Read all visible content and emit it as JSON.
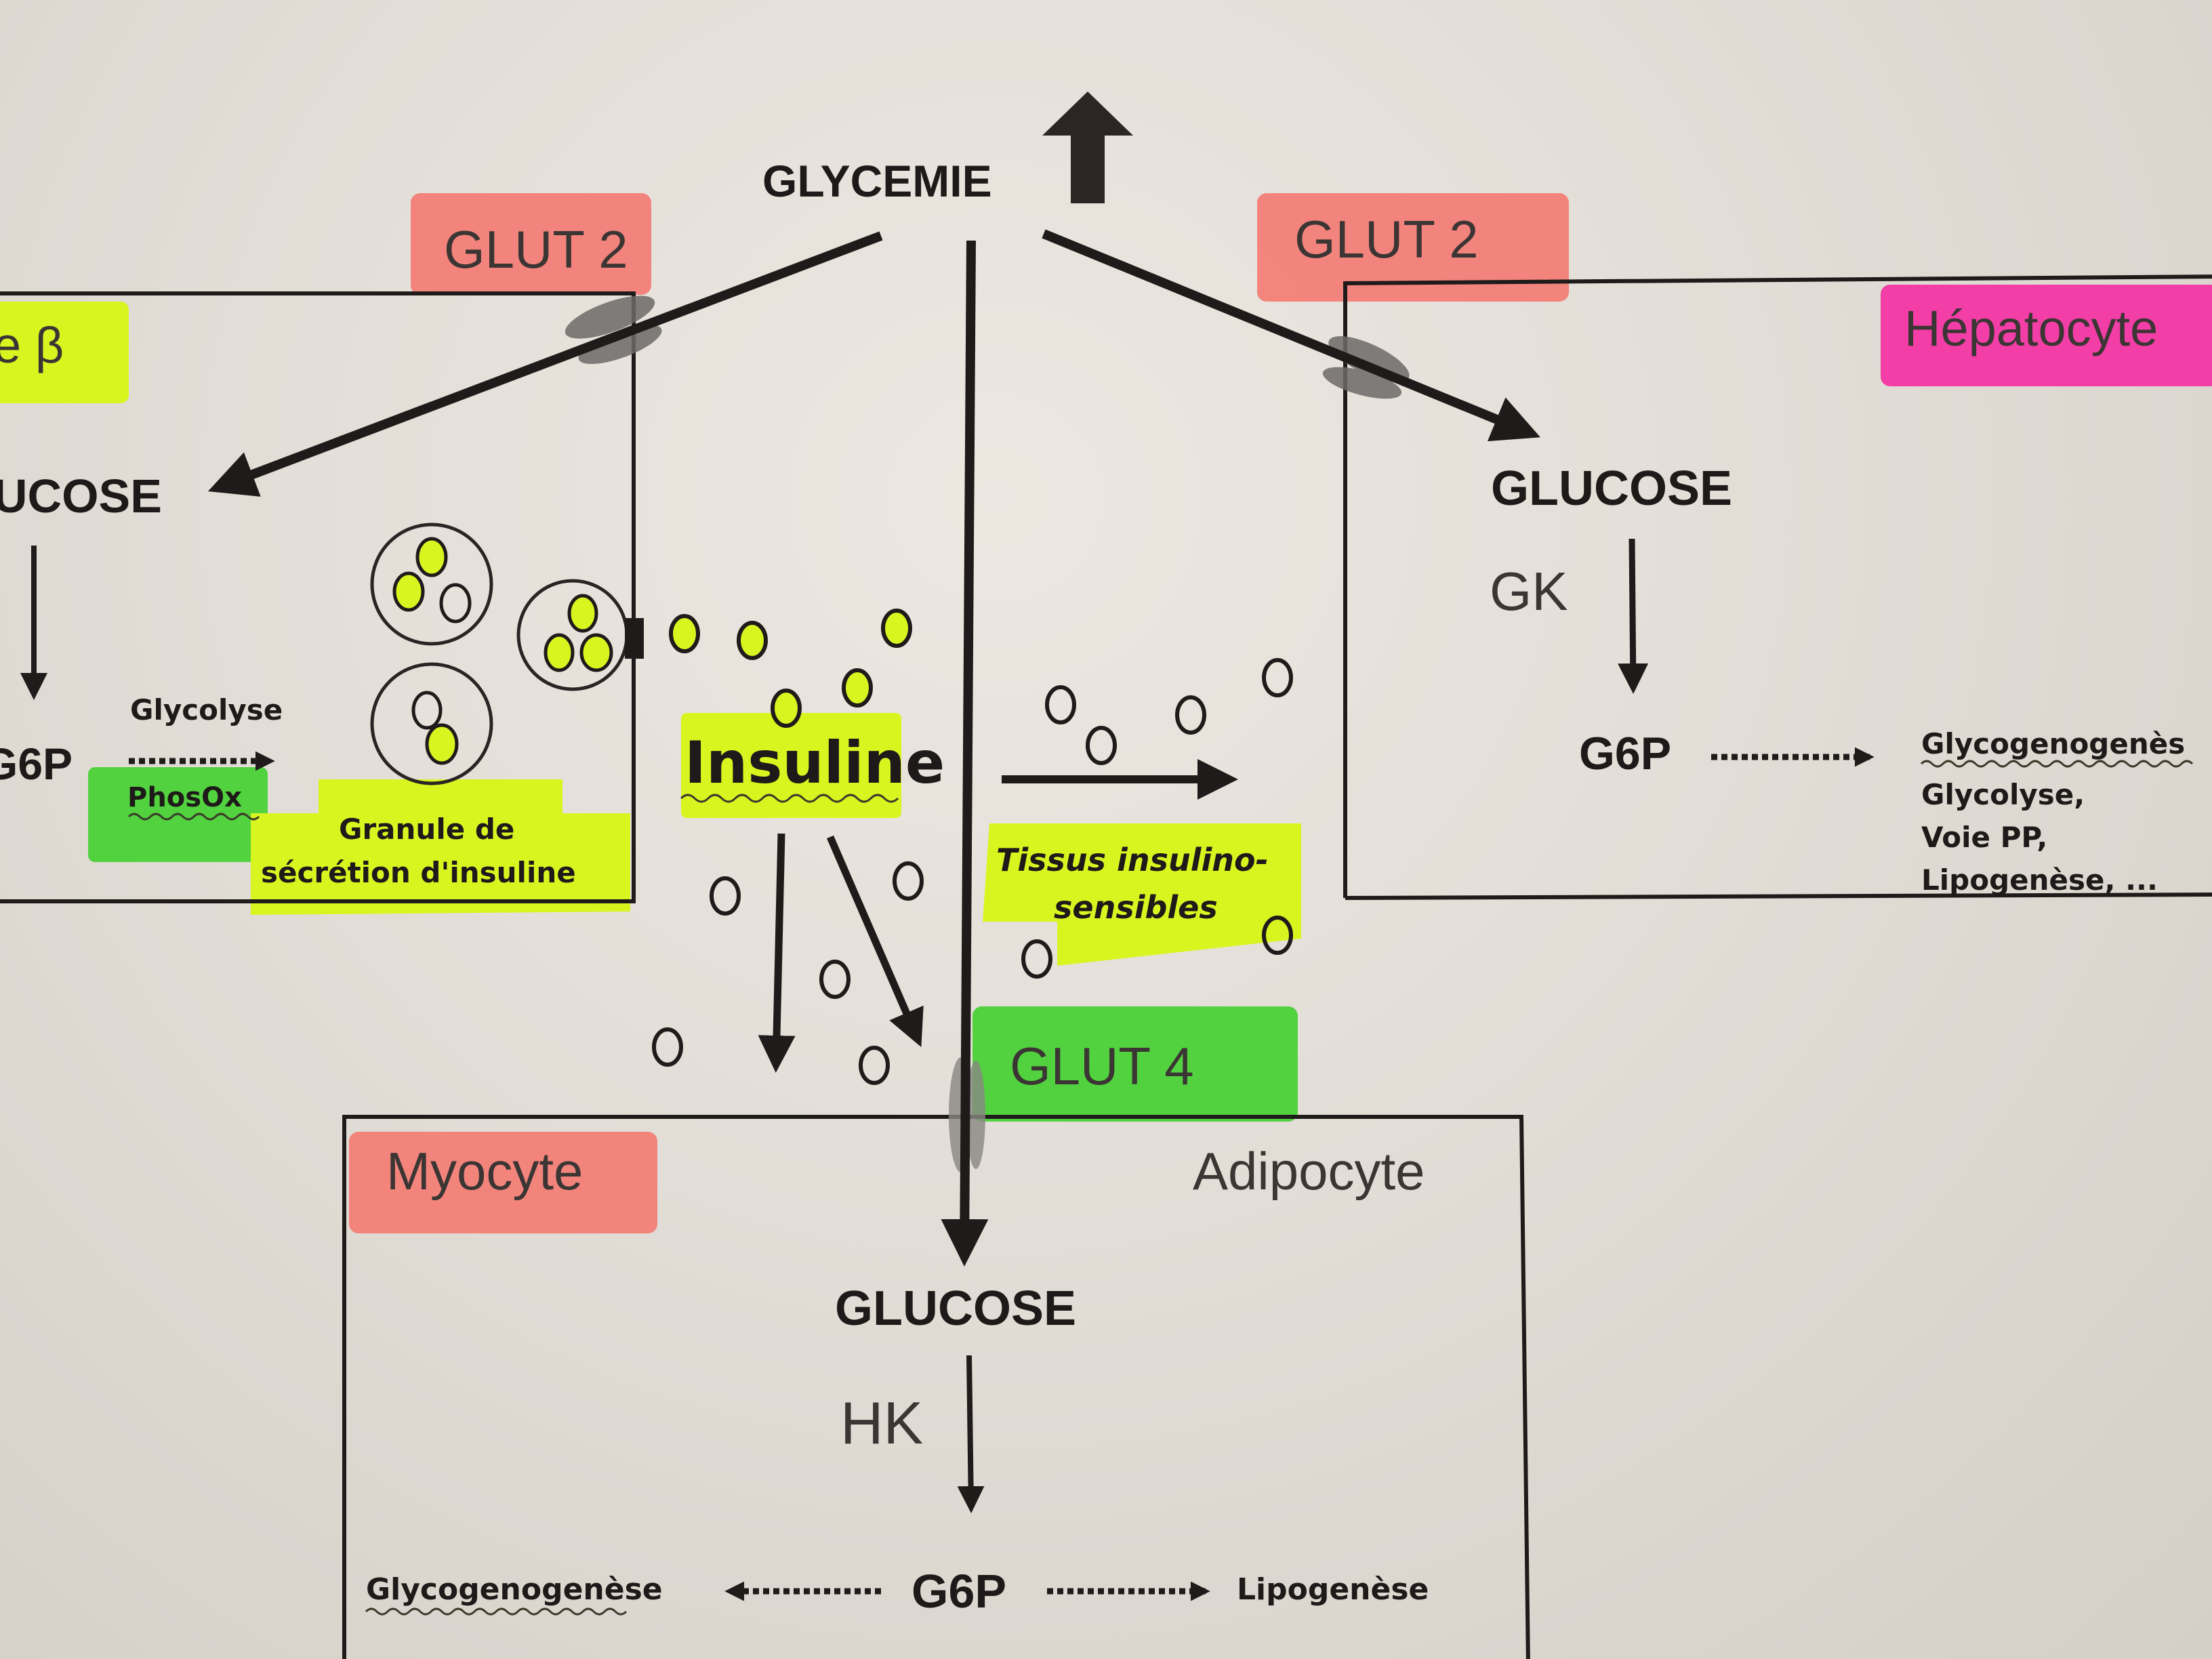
{
  "diagram": {
    "title": "GLYCEMIE",
    "title_indicator_icon": "up-arrow-icon",
    "colors": {
      "paper": "#e6e2db",
      "ink": "#1f1b1a",
      "highlight_red": "#f47a72",
      "highlight_pink": "#f23ea6",
      "highlight_yellow": "#d9f520",
      "highlight_green": "#52d23f",
      "transporter_gray": "#6e6a68"
    },
    "beta_cell": {
      "label": "e β",
      "transporter": "GLUT 2",
      "glucose": "UCOSE",
      "g6p": "G6P",
      "pathway_label": "Glycolyse",
      "pathway_enzyme": "PhosOx",
      "granule_label_line1": "Granule de",
      "granule_label_line2": "sécrétion d'insuline"
    },
    "insulin": {
      "label": "Insuline",
      "target_label_line1": "Tissus insulino-",
      "target_label_line2": "sensibles"
    },
    "hepatocyte": {
      "label": "Hépatocyte",
      "transporter": "GLUT 2",
      "glucose": "GLUCOSE",
      "enzyme": "GK",
      "g6p": "G6P",
      "outcomes": [
        "Glycogenogenès",
        "Glycolyse,",
        "Voie PP,",
        "Lipogenèse, ..."
      ]
    },
    "myocyte_adipocyte": {
      "myocyte_label": "Myocyte",
      "adipocyte_label": "Adipocyte",
      "transporter": "GLUT 4",
      "glucose": "GLUCOSE",
      "enzyme": "HK",
      "g6p": "G6P",
      "left_outcome": "Glycogenogenèse",
      "right_outcome": "Lipogenèse"
    }
  }
}
